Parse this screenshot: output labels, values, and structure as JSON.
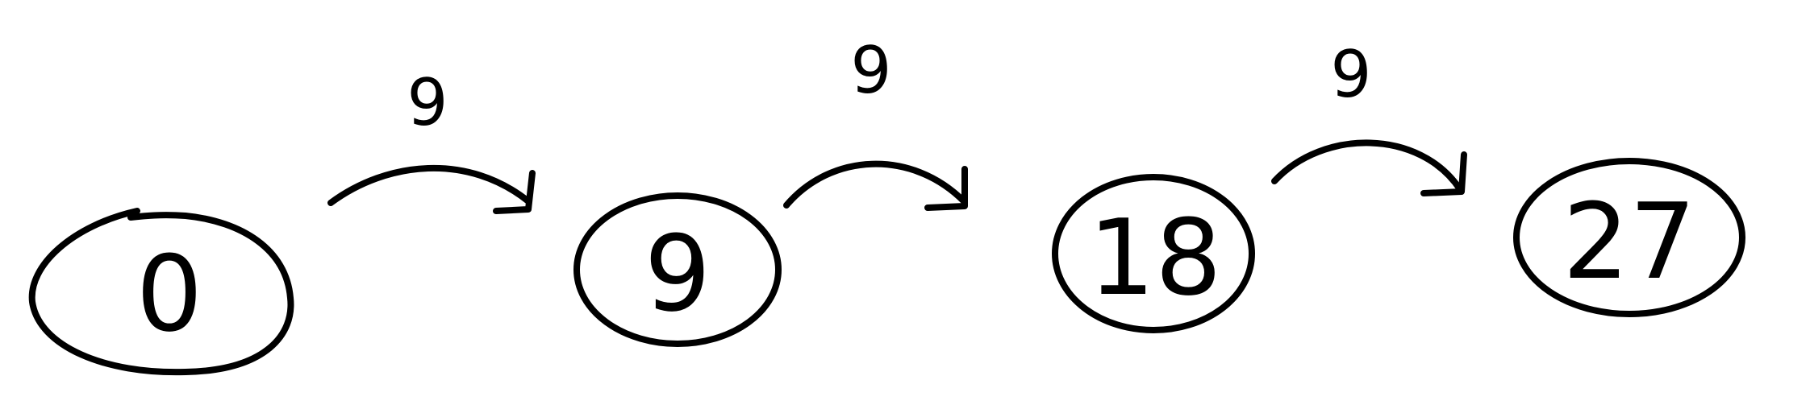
{
  "nodes": [
    {
      "label": "0"
    },
    {
      "label": "9"
    },
    {
      "label": "18"
    },
    {
      "label": "27"
    }
  ],
  "jumps": [
    {
      "label": "9"
    },
    {
      "label": "9"
    },
    {
      "label": "9"
    }
  ],
  "colors": {
    "ink": "#000000",
    "background": "#ffffff"
  }
}
